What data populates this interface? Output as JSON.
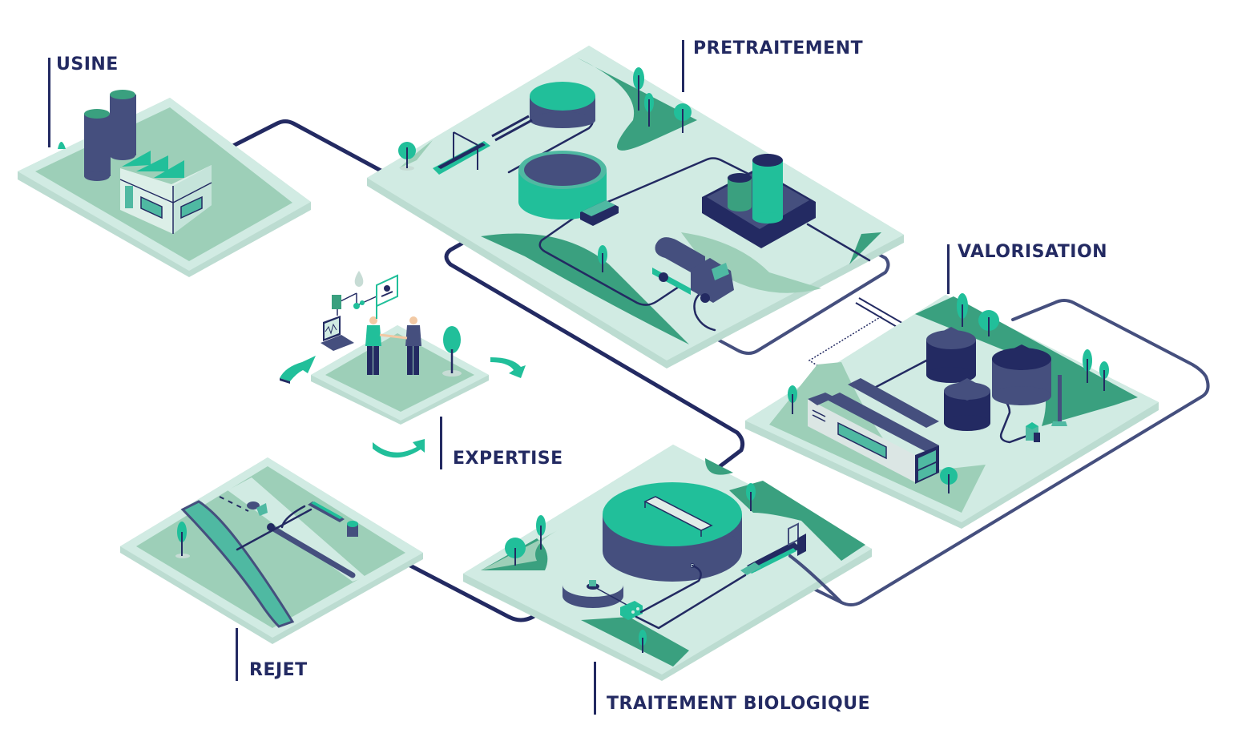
{
  "diagram": {
    "subject": "Wastewater treatment process flow",
    "colors": {
      "navy": "#232a62",
      "slate": "#454f7e",
      "teal": "#21bf9a",
      "mid_teal": "#4fb9a2",
      "green": "#3aa07f",
      "pale_green": "#9dcfb8",
      "platform_top": "#d1ebe3",
      "platform_side": "#bcdcd1",
      "white": "#ffffff"
    },
    "stages": [
      {
        "id": "usine",
        "label": "USINE"
      },
      {
        "id": "pretraitement",
        "label": "PRETRAITEMENT"
      },
      {
        "id": "valorisation",
        "label": "VALORISATION"
      },
      {
        "id": "expertise",
        "label": "EXPERTISE"
      },
      {
        "id": "traitement-biologique",
        "label": "TRAITEMENT BIOLOGIQUE"
      },
      {
        "id": "rejet",
        "label": "REJET"
      }
    ],
    "expertise_icons": [
      "laptop-chart-icon",
      "document-icon",
      "water-drop-icon",
      "gear-icon",
      "logo-sign-icon",
      "handshake-people-icon",
      "cycle-arrows-icon"
    ]
  }
}
